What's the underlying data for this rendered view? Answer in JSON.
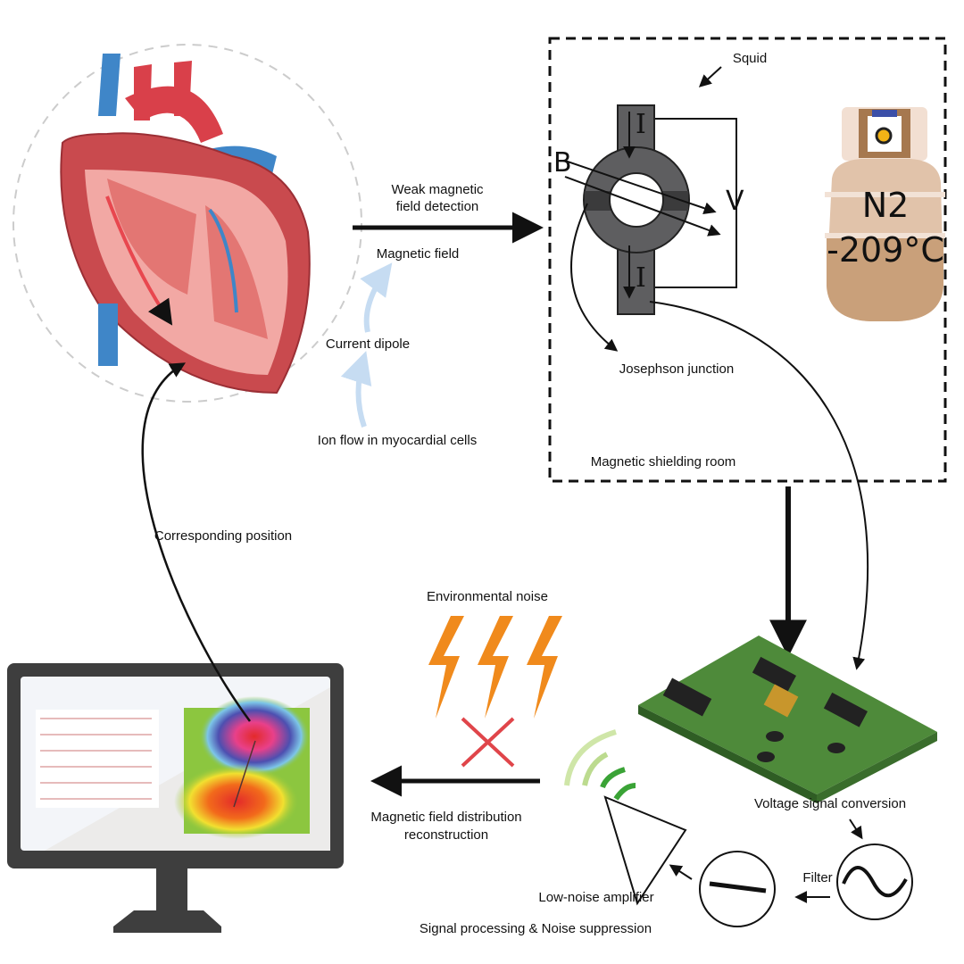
{
  "labels": {
    "weak_detection_1": "Weak magnetic",
    "weak_detection_2": "field detection",
    "magnetic_field": "Magnetic field",
    "current_dipole": "Current dipole",
    "ion_flow": "Ion flow in myocardial cells",
    "squid": "Squid",
    "josephson": "Josephson junction",
    "shielding_room": "Magnetic shielding room",
    "corresponding_position": "Corresponding position",
    "environmental_noise": "Environmental noise",
    "reconstruction_1": "Magnetic field distribution",
    "reconstruction_2": "reconstruction",
    "voltage_conversion": "Voltage signal conversion",
    "filter": "Filter",
    "amplifier": "Low-noise amplifier",
    "signal_processing": "Signal processing & Noise suppression"
  },
  "squid_symbols": {
    "current_top": "I",
    "current_bottom": "I",
    "field": "B",
    "voltage": "V"
  },
  "tank": {
    "gas": "N2",
    "temperature": "-209°C"
  },
  "colors": {
    "arrow": "#111111",
    "noise": "#f08a1c",
    "cross": "#e0454a",
    "signal": "#5fb845",
    "pcb": "#4e8a3a",
    "tank": "#d9b99c",
    "monitor": "#3e3e3e",
    "artery": "#d9404a",
    "vein": "#3f86c8"
  }
}
